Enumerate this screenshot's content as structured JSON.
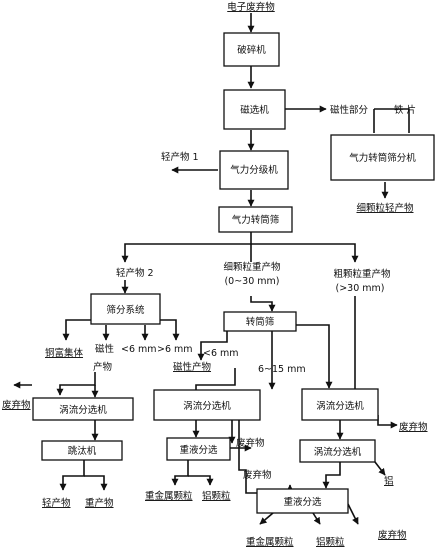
{
  "source": "电子废弃物",
  "boxes": {
    "crusher": "破碎机",
    "magnetic_separator": "磁选机",
    "air_classifier": "气力分级机",
    "air_trommel": "气力转筒筛",
    "air_trommel_side": "气力转筒筛分机",
    "screening_system": "筛分系统",
    "trommel": "转筒筛",
    "eddy_left": "涡流分选机",
    "eddy_mid": "涡流分选机",
    "eddy_right_1": "涡流分选机",
    "eddy_right_2": "涡流分选机",
    "jig": "跳汰机",
    "heavy_liquid_mid": "重液分选",
    "heavy_liquid_bottom": "重液分选"
  },
  "labels": {
    "magnetic_part": "磁性部分",
    "iron_chips": "铁 片",
    "fine_light_product": "细颗粒轻产物",
    "light_product_1": "轻产物 1",
    "light_product_2": "轻产物 2",
    "fine_heavy_1": "细颗粒重产物",
    "fine_heavy_2": "(0~30 mm)",
    "coarse_heavy_1": "粗颗粒重产物",
    "coarse_heavy_2": "(>30 mm)",
    "copper_rich": "铜富集体",
    "magnetic_short": "磁性",
    "lt6": "<6 mm",
    "gt6": ">6 mm",
    "product": "产物",
    "lt6_b": "<6 mm",
    "magnetic_product": "磁性产物",
    "range_6_15": "6~15 mm",
    "waste_left": "废弃物",
    "waste_mid_1": "废弃物",
    "waste_mid_2": "废弃物",
    "waste_right": "废弃物",
    "waste_bottom": "废弃物",
    "light_product": "轻产物",
    "heavy_product": "重产物",
    "heavy_metal_particles_mid": "重金属颗粒",
    "aluminum_particles_mid": "铝颗粒",
    "aluminum": "铝",
    "heavy_metal_particles_bottom": "重金属颗粒",
    "aluminum_particles_bottom": "铝颗粒"
  }
}
